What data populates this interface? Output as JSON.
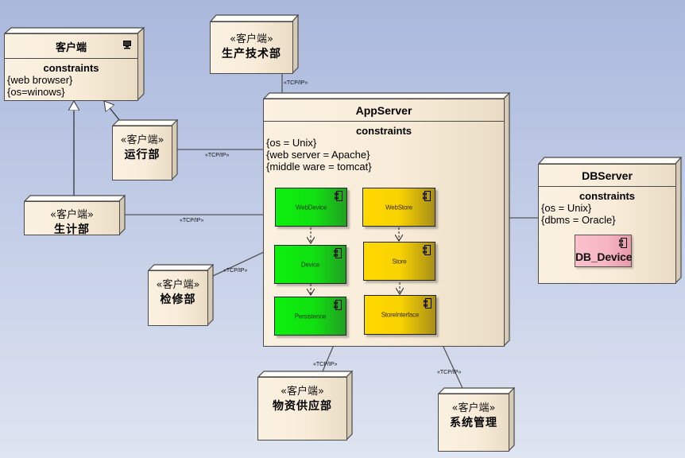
{
  "diagram": {
    "type": "UML deployment diagram",
    "colors": {
      "background_top": "#aab8dc",
      "background_bottom": "#dfe4f1",
      "node_fill": "#f8ecd9",
      "component_green": "#10e010",
      "component_yellow": "#f9d300",
      "component_pink": "#f6b6c3",
      "constraint_brace": "#1b4fa0"
    }
  },
  "client_node": {
    "name": "客户端",
    "icon": "computer-icon",
    "constraints_heading": "constraints",
    "constraints": [
      "{web browser}",
      "{os=winows}"
    ]
  },
  "clients": [
    {
      "id": "production",
      "stereotype": "«客户端»",
      "name": "生产技术部"
    },
    {
      "id": "operations",
      "stereotype": "«客户端»",
      "name": "运行部"
    },
    {
      "id": "planning",
      "stereotype": "«客户端»",
      "name": "生计部"
    },
    {
      "id": "maintenance",
      "stereotype": "«客户端»",
      "name": "检修部"
    },
    {
      "id": "supply",
      "stereotype": "«客户端»",
      "name": "物资供应部"
    },
    {
      "id": "sysadmin",
      "stereotype": "«客户端»",
      "name": "系统管理"
    }
  ],
  "app_server": {
    "name": "AppServer",
    "constraints_heading": "constraints",
    "constraints": [
      "{os = Unix}",
      "{web server = Apache}",
      "{middle ware = tomcat}"
    ],
    "components": [
      {
        "name": "WebDevice",
        "color": "green"
      },
      {
        "name": "Device",
        "color": "green"
      },
      {
        "name": "Persistence",
        "color": "green"
      },
      {
        "name": "WebStore",
        "color": "yellow"
      },
      {
        "name": "Store",
        "color": "yellow"
      },
      {
        "name": "StoreInterface",
        "color": "yellow"
      }
    ],
    "dependencies": [
      {
        "from": "WebDevice",
        "to": "Device"
      },
      {
        "from": "Device",
        "to": "Persistence"
      },
      {
        "from": "WebStore",
        "to": "Store"
      },
      {
        "from": "Store",
        "to": "StoreInterface"
      }
    ]
  },
  "db_server": {
    "name": "DBServer",
    "constraints_heading": "constraints",
    "constraints": [
      "{os = Unix}",
      "{dbms = Oracle}"
    ],
    "components": [
      {
        "name": "DB_Device",
        "color": "pink"
      }
    ]
  },
  "connections": [
    {
      "from": "生产技术部",
      "to": "AppServer",
      "label": "«TCP/IP»"
    },
    {
      "from": "运行部",
      "to": "AppServer",
      "label": "«TCP/IP»"
    },
    {
      "from": "生计部",
      "to": "AppServer",
      "label": "«TCP/IP»"
    },
    {
      "from": "检修部",
      "to": "AppServer",
      "label": "«TCP/IP»"
    },
    {
      "from": "物资供应部",
      "to": "AppServer",
      "label": "«TCP/IP»"
    },
    {
      "from": "系统管理",
      "to": "AppServer",
      "label": "«TCP/IP»"
    },
    {
      "from": "AppServer",
      "to": "DBServer",
      "label": ""
    }
  ],
  "generalizations": [
    {
      "from": "运行部",
      "to": "客户端"
    },
    {
      "from": "生计部",
      "to": "客户端"
    }
  ]
}
